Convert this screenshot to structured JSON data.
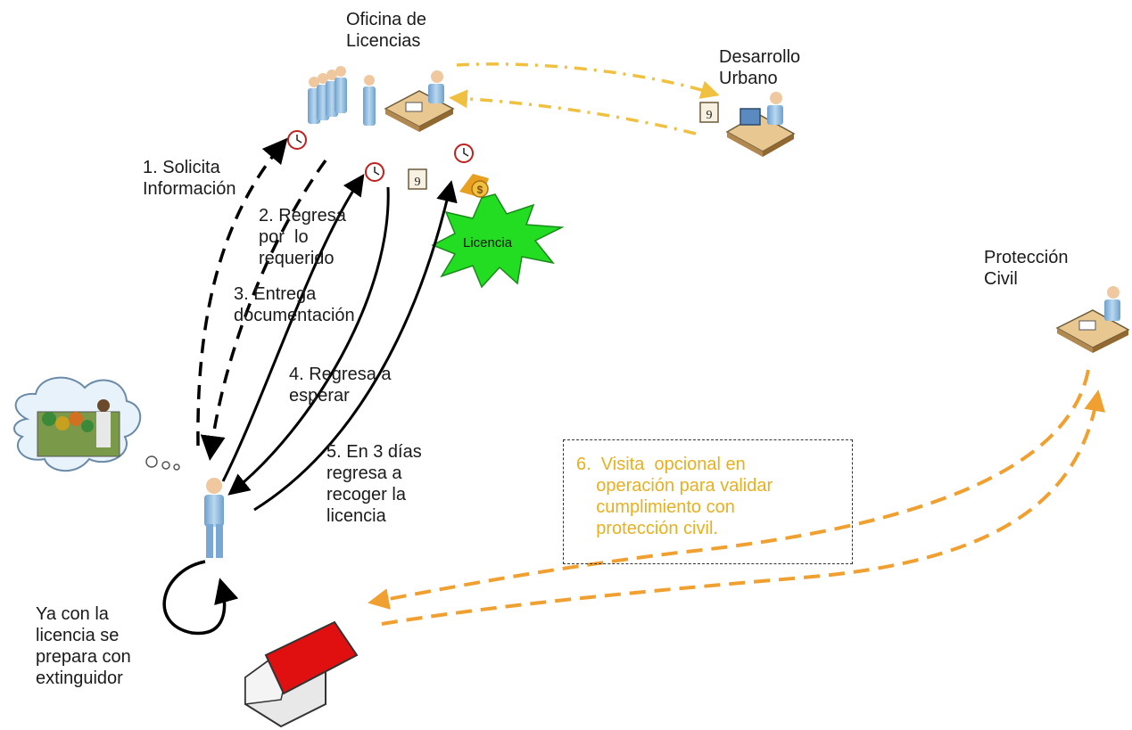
{
  "offices": {
    "licencias": "Oficina de\nLicencias",
    "urbano": "Desarrollo\nUrbano",
    "civil": "Protección\nCivil"
  },
  "steps": {
    "s1": "1. Solicita\nInformación",
    "s2": "2. Regresa\npor  lo\nrequerido",
    "s3": "3. Entrega\ndocumentación",
    "s4": "4. Regresa a\nesperar",
    "s5": "5. En 3 días\nregresa a\nrecoger la\nlicencia",
    "s6": "6.  Visita  opcional en\n    operación para validar\n    cumplimiento con\n    protección civil.",
    "final": "Ya con la\nlicencia se\nprepara con\nextinguidor"
  },
  "badge": "Licencia",
  "colors": {
    "black_arrows": "#000000",
    "orange_arrows": "#f0a030",
    "yellow_arrows": "#f0c040",
    "visit_text": "#e8b020",
    "badge_fill": "#22dd22",
    "roof": "#e01010",
    "person": "#9cc4e4"
  },
  "icons": [
    "clock-icon",
    "calendar-icon",
    "money-icon",
    "person-icon",
    "desk-icon",
    "house-icon",
    "thought-cloud-icon"
  ]
}
